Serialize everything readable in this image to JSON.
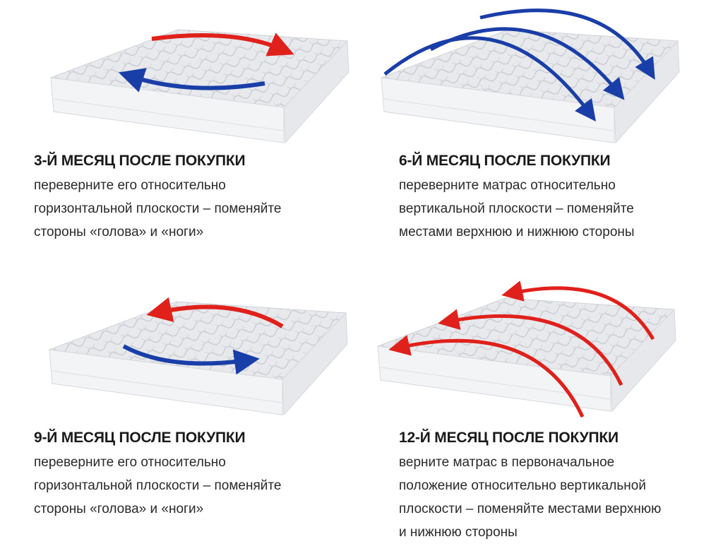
{
  "steps": [
    {
      "title": "3-Й МЕСЯЦ ПОСЛЕ ПОКУПКИ",
      "lines": [
        "переверните его относительно",
        "горизонтальной плоскости – поменяйте",
        "стороны «голова» и «ноги»"
      ]
    },
    {
      "title": "6-Й МЕСЯЦ ПОСЛЕ ПОКУПКИ",
      "lines": [
        "переверните матрас относительно",
        "вертикальной плоскости – поменяйте",
        "местами верхнюю и нижнюю стороны"
      ]
    },
    {
      "title": "9-Й МЕСЯЦ ПОСЛЕ ПОКУПКИ",
      "lines": [
        "переверните его относительно",
        "горизонтальной плоскости – поменяйте",
        "стороны «голова» и «ноги»"
      ]
    },
    {
      "title": "12-Й МЕСЯЦ ПОСЛЕ ПОКУПКИ",
      "lines": [
        "верните матрас в первоначальное",
        "положение относительно вертикальной",
        "плоскости – поменяйте местами верхнюю",
        "и нижнюю стороны"
      ]
    }
  ],
  "colors": {
    "red_arrow": "#e0201a",
    "blue_arrow": "#1a3ea8",
    "mattress_top": "#e9ebee",
    "mattress_side": "#f4f5f7"
  }
}
